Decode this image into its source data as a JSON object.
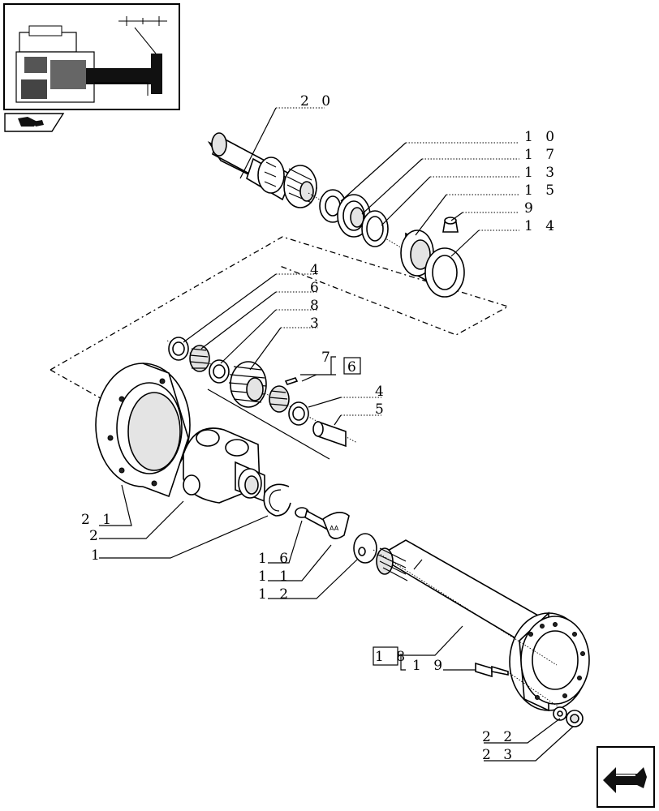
{
  "callouts": [
    {
      "id": "20",
      "text": "2 0"
    },
    {
      "id": "10",
      "text": "1 0"
    },
    {
      "id": "17",
      "text": "1 7"
    },
    {
      "id": "13",
      "text": "1 3"
    },
    {
      "id": "15",
      "text": "1 5"
    },
    {
      "id": "9",
      "text": "9"
    },
    {
      "id": "14",
      "text": "1 4"
    },
    {
      "id": "4a",
      "text": "4"
    },
    {
      "id": "6",
      "text": "6"
    },
    {
      "id": "8",
      "text": "8"
    },
    {
      "id": "3",
      "text": "3"
    },
    {
      "id": "7",
      "text": "7"
    },
    {
      "id": "6box",
      "text": "6"
    },
    {
      "id": "4b",
      "text": "4"
    },
    {
      "id": "5",
      "text": "5"
    },
    {
      "id": "21",
      "text": "2 1"
    },
    {
      "id": "2",
      "text": "2"
    },
    {
      "id": "1",
      "text": "1"
    },
    {
      "id": "16",
      "text": "1 6"
    },
    {
      "id": "11",
      "text": "1 1"
    },
    {
      "id": "12",
      "text": "1 2"
    },
    {
      "id": "18",
      "text": "1 8"
    },
    {
      "id": "19",
      "text": "1 9"
    },
    {
      "id": "22",
      "text": "2 2"
    },
    {
      "id": "23",
      "text": "2 3"
    }
  ],
  "nav": {
    "thumbnail_icon": "assembly-thumbnail",
    "book_icon": "catalog-book-icon",
    "next_icon": "next-page-arrow-icon"
  }
}
